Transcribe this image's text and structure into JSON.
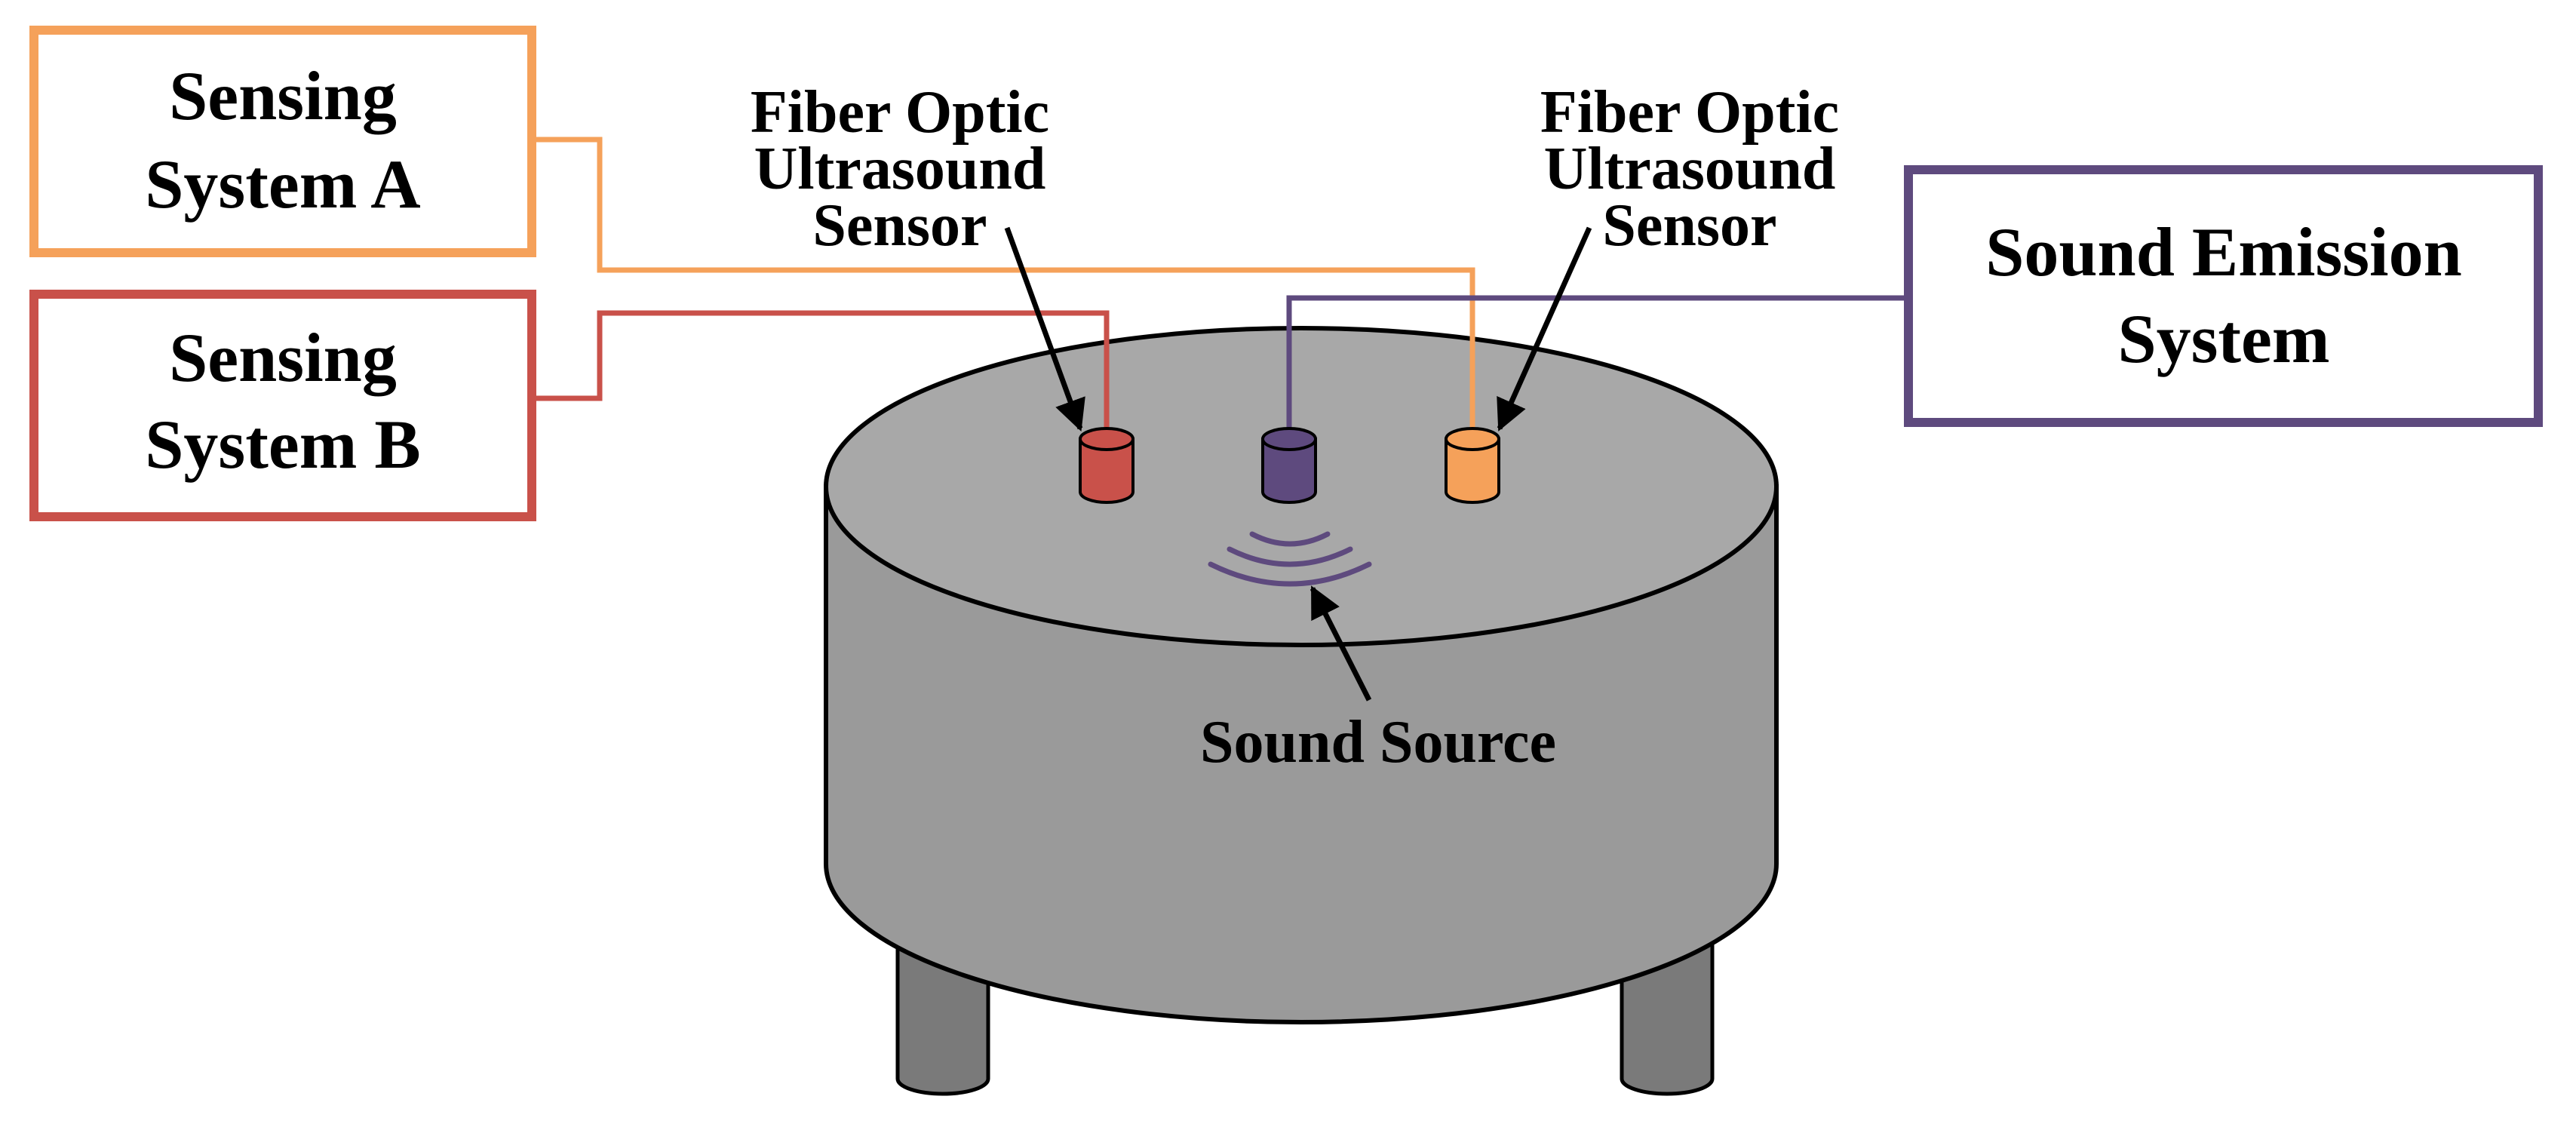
{
  "boxes": {
    "sensing_a": {
      "line1": "Sensing",
      "line2": "System A",
      "color": "#F5A15A"
    },
    "sensing_b": {
      "line1": "Sensing",
      "line2": "System B",
      "color": "#C9514A"
    },
    "emission": {
      "line1": "Sound Emission",
      "line2": "System",
      "color": "#5E4A7E"
    }
  },
  "sensor_labels": {
    "left": {
      "line1": "Fiber Optic",
      "line2": "Ultrasound",
      "line3": "Sensor"
    },
    "right": {
      "line1": "Fiber Optic",
      "line2": "Ultrasound",
      "line3": "Sensor"
    }
  },
  "source_label": "Sound Source",
  "colors": {
    "tank_top": "#A8A8A8",
    "tank_side": "#9A9A9A",
    "legs": "#7A7A7A",
    "outline": "#000000",
    "sensor_a": "#F5A15A",
    "sensor_b": "#C9514A",
    "emitter": "#5E4A7E"
  }
}
